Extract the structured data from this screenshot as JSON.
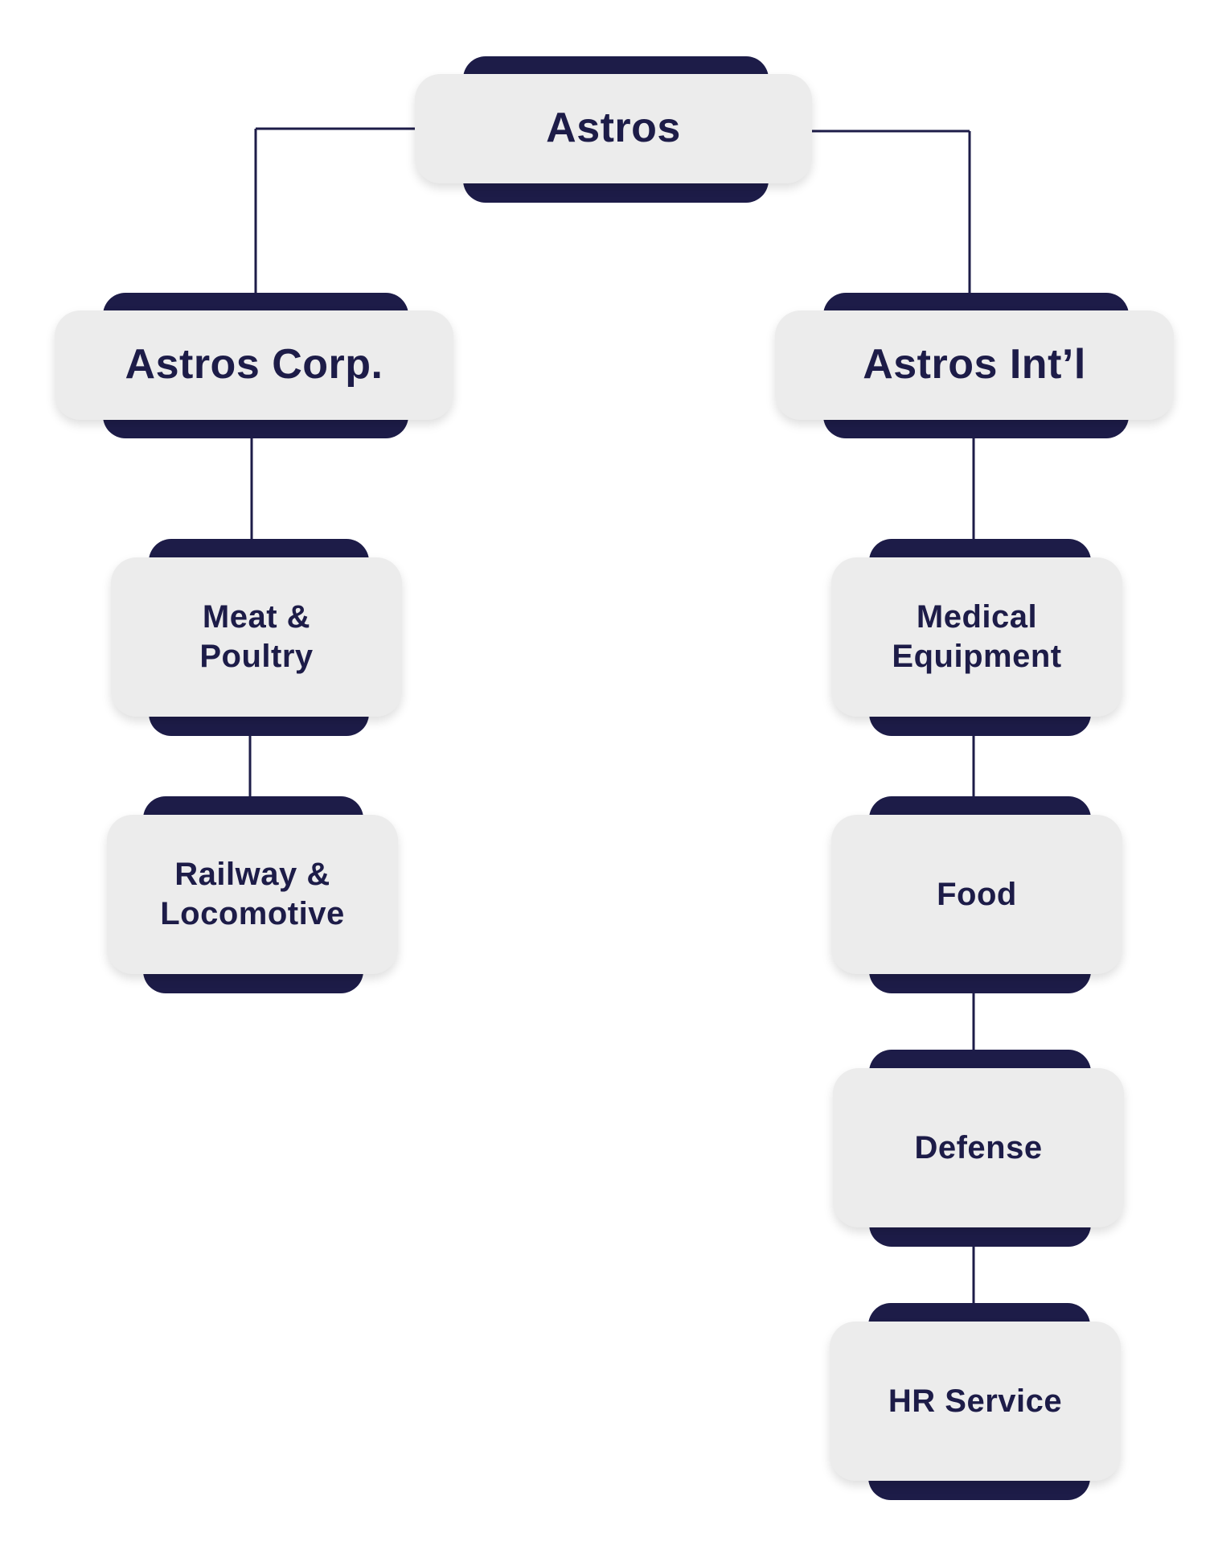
{
  "colors": {
    "accent": "#1d1c48",
    "card": "#ececec",
    "background": "#ffffff"
  },
  "root": {
    "label": "Astros"
  },
  "branches": [
    {
      "label": "Astros Corp.",
      "children": [
        "Meat & Poultry",
        "Railway & Locomotive"
      ]
    },
    {
      "label": "Astros Int’l",
      "children": [
        "Medical Equipment",
        "Food",
        "Defense",
        "HR Service"
      ]
    }
  ]
}
